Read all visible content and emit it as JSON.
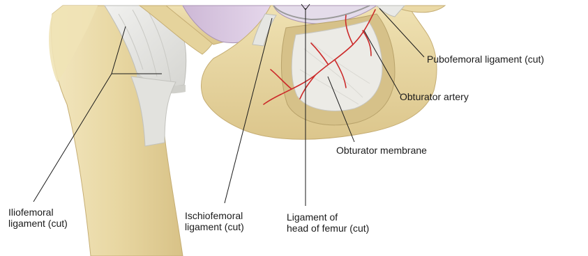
{
  "figure": {
    "colors": {
      "bone": "#e9d9a6",
      "bone_shadow": "#c9b27a",
      "ligament": "#e6e6e3",
      "cartilage": "#d9c7e0",
      "artery": "#cc2a2a",
      "leader_line": "#1a1a1a"
    },
    "labels": {
      "iliofemoral": {
        "line1": "Iliofemoral",
        "line2": "ligament (cut)"
      },
      "ischiofemoral": {
        "line1": "Ischiofemoral",
        "line2": "ligament (cut)"
      },
      "head_of_femur": {
        "line1": "Ligament of",
        "line2": "head of femur (cut)"
      },
      "pubofemoral": {
        "line1": "Pubofemoral ligament (cut)"
      },
      "obturator_artery": {
        "line1": "Obturator artery"
      },
      "obturator_membrane": {
        "line1": "Obturator membrane"
      }
    }
  }
}
